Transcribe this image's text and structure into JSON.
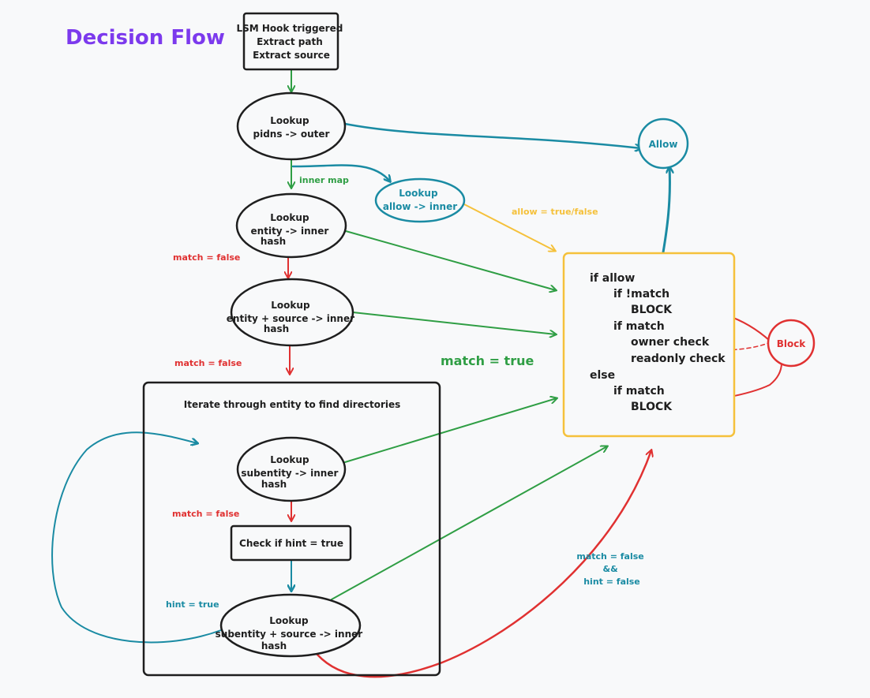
{
  "title": "Decision Flow",
  "colors": {
    "black": "#1e1e1e",
    "green": "#2f9e44",
    "teal": "#1a8ba3",
    "red": "#e03131",
    "yellow": "#f5c13b",
    "purple": "#7c3aed"
  },
  "nodes": {
    "start": [
      "LSM Hook triggered",
      "Extract path",
      "Extract source"
    ],
    "pidns": [
      "Lookup",
      "pidns -> outer"
    ],
    "allow_inner": [
      "Lookup",
      "allow -> inner"
    ],
    "entity": [
      "Lookup",
      "entity -> inner",
      "hash"
    ],
    "entity_source": [
      "Lookup",
      "entity + source -> inner",
      "hash"
    ],
    "iterate": "Iterate through entity to find directories",
    "subentity": [
      "Lookup",
      "subentity -> inner",
      "hash"
    ],
    "hint_check": "Check if hint = true",
    "subentity_source": [
      "Lookup",
      "subentity + source -> inner",
      "hash"
    ],
    "allow": "Allow",
    "block": "Block"
  },
  "decision_code": [
    "if allow",
    "if !match",
    "BLOCK",
    "if match",
    "owner check",
    "readonly check",
    "else",
    "if match",
    "BLOCK"
  ],
  "labels": {
    "inner_map": "inner map",
    "allow_true_false": "allow = true/false",
    "match_false_1": "match = false",
    "match_false_2": "match = false",
    "match_true": "match = true",
    "match_false_3": "match = false",
    "hint_true": "hint = true",
    "match_false_hint": [
      "match = false",
      "&&",
      "hint = false"
    ]
  }
}
